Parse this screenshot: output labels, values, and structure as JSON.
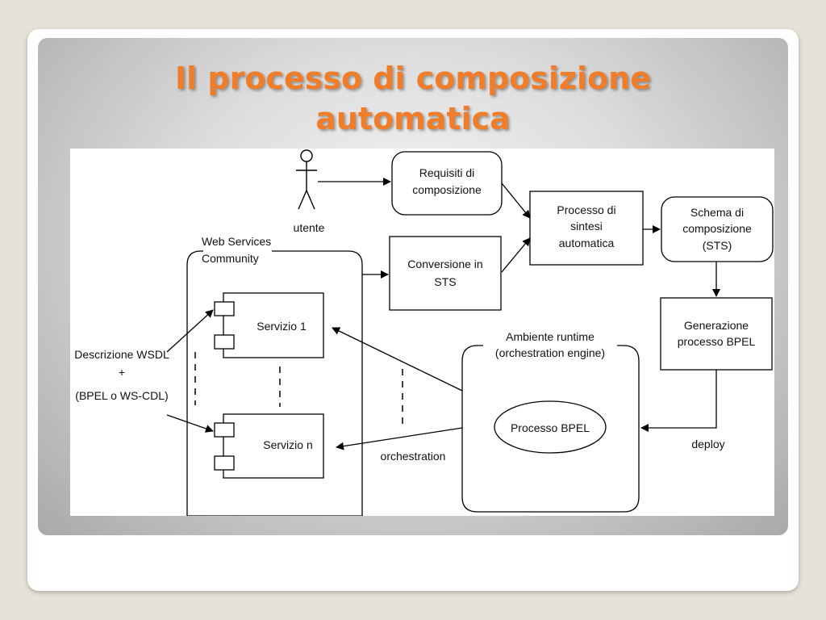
{
  "slide": {
    "title_line1": "Il processo di composizione",
    "title_line2": "automatica"
  },
  "diagram": {
    "actor_label": "utente",
    "requisiti": [
      "Requisiti di",
      "composizione"
    ],
    "processo_sintesi": [
      "Processo di",
      "sintesi",
      "automatica"
    ],
    "schema": [
      "Schema di",
      "composizione",
      "(STS)"
    ],
    "web_services_community": [
      "Web Services",
      "Community"
    ],
    "conversione": [
      "Conversione in",
      "STS"
    ],
    "generazione": [
      "Generazione",
      "processo BPEL"
    ],
    "servizio1": "Servizio 1",
    "servizion": "Servizio n",
    "descrizione": [
      "Descrizione WSDL",
      "+",
      "(BPEL o WS-CDL)"
    ],
    "ambiente": [
      "Ambiente runtime",
      "(orchestration engine)"
    ],
    "processo_bpel": "Processo BPEL",
    "orchestration": "orchestration",
    "deploy": "deploy"
  }
}
